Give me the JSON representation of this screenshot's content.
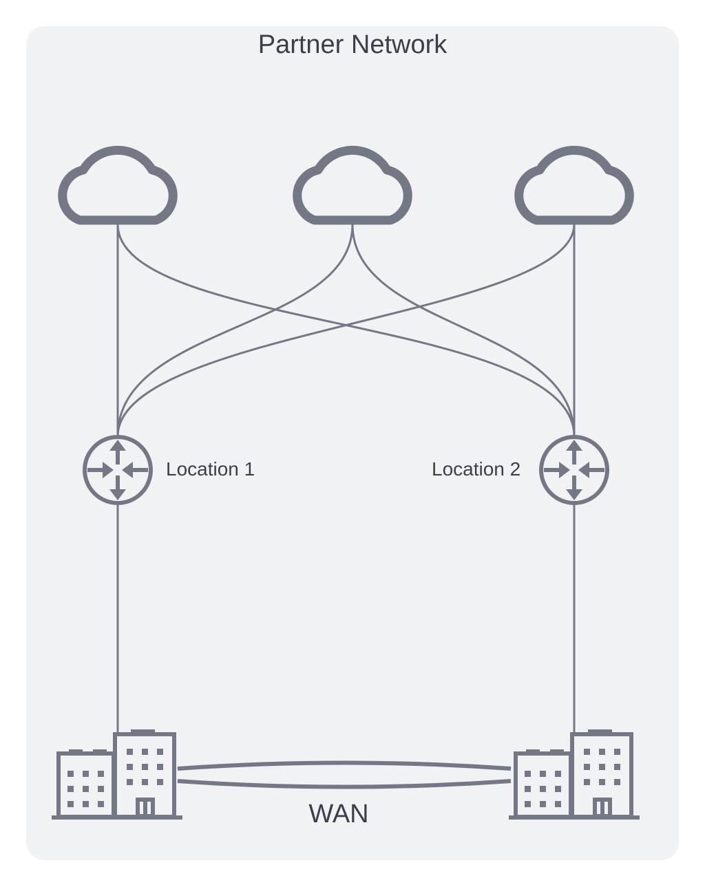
{
  "diagram": {
    "title": "Partner Network",
    "nodes": {
      "cloud_left": {
        "icon": "cloud-icon"
      },
      "cloud_center": {
        "icon": "cloud-icon"
      },
      "cloud_right": {
        "icon": "cloud-icon"
      },
      "router_1": {
        "icon": "router-icon",
        "label": "Location 1"
      },
      "router_2": {
        "icon": "router-icon",
        "label": "Location 2"
      },
      "building_1": {
        "icon": "office-building-icon"
      },
      "building_2": {
        "icon": "office-building-icon"
      }
    },
    "links": {
      "wan_label": "WAN"
    },
    "colors": {
      "panel_background": "#f1f2f4",
      "stroke": "#747884",
      "text": "#3a3f4a"
    }
  }
}
